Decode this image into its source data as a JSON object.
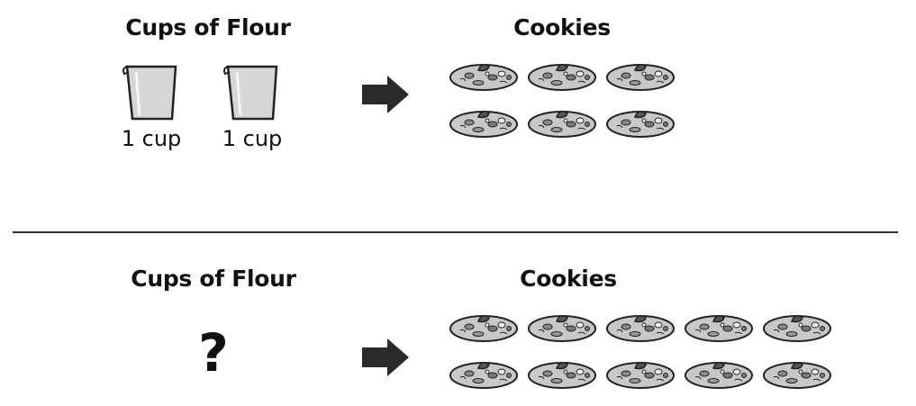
{
  "top": {
    "flour_title": "Cups of Flour",
    "cookies_title": "Cookies",
    "cups": [
      {
        "label": "1 cup"
      },
      {
        "label": "1 cup"
      }
    ],
    "cookie_count": 6
  },
  "bottom": {
    "flour_title": "Cups of Flour",
    "cookies_title": "Cookies",
    "unknown": "?",
    "cookie_count": 10
  },
  "icons": {
    "cup": "measuring-cup-icon",
    "arrow": "right-arrow-icon",
    "cookie": "cookie-icon"
  },
  "colors": {
    "cookie_fill": "#c8c8c8",
    "cup_fill": "#d6d6d6",
    "arrow_fill": "#2a2a2a"
  }
}
